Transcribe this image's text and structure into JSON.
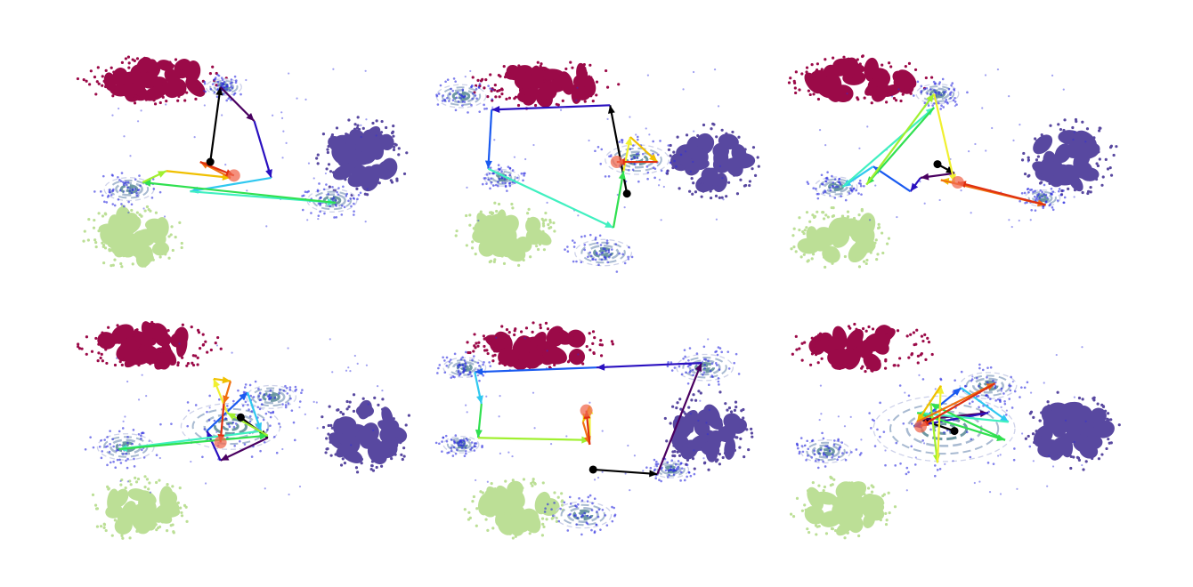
{
  "figure": {
    "background": "#ffffff",
    "grid": false,
    "axes_visible": false,
    "text_labels": "none"
  },
  "colors": {
    "cluster_red": "#9b0a48",
    "cluster_purple": "#5848a0",
    "cluster_green": "#bcdf96",
    "sample_points": "#2a2ae0",
    "contour_outer": "#c9cde8",
    "contour_mid": "#9fb2cc",
    "contour_inner": "#5f8e9a",
    "start_marker": "#000000",
    "end_marker": "#f06a50",
    "path_colormap": [
      "#000000",
      "#4a0060",
      "#2a10c0",
      "#1a5af0",
      "#30c8f0",
      "#40f0c0",
      "#30e050",
      "#a0f030",
      "#f0f030",
      "#f0c000",
      "#f07010",
      "#e03010"
    ]
  },
  "chart_data": [
    {
      "type": "scatter",
      "panel": "top-left",
      "xlim": [
        0,
        10
      ],
      "ylim": [
        0,
        10
      ],
      "series": [
        {
          "kind": "cluster",
          "color": "cluster_red",
          "cx": 2.2,
          "cy": 8.5,
          "rx": 1.9,
          "ry": 0.9
        },
        {
          "kind": "cluster",
          "color": "cluster_purple",
          "cx": 8.4,
          "cy": 5.1,
          "rx": 1.2,
          "ry": 1.5
        },
        {
          "kind": "cluster",
          "color": "cluster_green",
          "cx": 1.6,
          "cy": 1.6,
          "rx": 1.3,
          "ry": 1.2
        }
      ],
      "density_centers": [
        [
          1.5,
          3.7,
          0.7
        ],
        [
          7.5,
          3.2,
          0.7
        ],
        [
          4.3,
          8.2,
          0.5
        ]
      ],
      "trajectory": [
        [
          3.9,
          4.9
        ],
        [
          4.2,
          8.2
        ],
        [
          5.2,
          6.7
        ],
        [
          5.7,
          4.2
        ],
        [
          3.3,
          3.6
        ],
        [
          7.6,
          3.1
        ],
        [
          1.9,
          4.0
        ],
        [
          2.6,
          4.5
        ],
        [
          4.5,
          4.2
        ],
        [
          3.6,
          4.9
        ],
        [
          4.6,
          4.3
        ]
      ]
    },
    {
      "type": "scatter",
      "panel": "top-middle",
      "xlim": [
        0,
        10
      ],
      "ylim": [
        0,
        10
      ],
      "series": [
        {
          "kind": "cluster",
          "color": "cluster_red",
          "cx": 3.5,
          "cy": 8.3,
          "rx": 1.9,
          "ry": 0.9
        },
        {
          "kind": "cluster",
          "color": "cluster_purple",
          "cx": 8.4,
          "cy": 4.9,
          "rx": 1.2,
          "ry": 1.4
        },
        {
          "kind": "cluster",
          "color": "cluster_green",
          "cx": 2.4,
          "cy": 1.7,
          "rx": 1.3,
          "ry": 1.2
        }
      ],
      "density_centers": [
        [
          1.0,
          7.8,
          0.7
        ],
        [
          6.2,
          5.0,
          0.9
        ],
        [
          5.2,
          0.9,
          0.8
        ],
        [
          2.2,
          4.2,
          0.5
        ]
      ],
      "trajectory": [
        [
          5.9,
          3.5
        ],
        [
          5.4,
          7.4
        ],
        [
          1.9,
          7.2
        ],
        [
          1.8,
          4.6
        ],
        [
          5.5,
          2.0
        ],
        [
          5.8,
          4.5
        ],
        [
          6.0,
          6.0
        ],
        [
          6.8,
          4.9
        ],
        [
          5.6,
          4.9
        ]
      ]
    },
    {
      "type": "scatter",
      "panel": "top-right",
      "xlim": [
        0,
        10
      ],
      "ylim": [
        0,
        10
      ],
      "series": [
        {
          "kind": "cluster",
          "color": "cluster_red",
          "cx": 2.2,
          "cy": 8.5,
          "rx": 1.9,
          "ry": 0.9
        },
        {
          "kind": "cluster",
          "color": "cluster_purple",
          "cx": 8.4,
          "cy": 5.1,
          "rx": 1.2,
          "ry": 1.5
        },
        {
          "kind": "cluster",
          "color": "cluster_green",
          "cx": 1.6,
          "cy": 1.6,
          "rx": 1.3,
          "ry": 1.2
        }
      ],
      "density_centers": [
        [
          4.5,
          7.9,
          0.6
        ],
        [
          1.5,
          3.8,
          0.6
        ],
        [
          7.6,
          3.3,
          0.5
        ]
      ],
      "trajectory": [
        [
          4.5,
          4.8
        ],
        [
          5.0,
          4.4
        ],
        [
          4.0,
          4.2
        ],
        [
          3.7,
          3.6
        ],
        [
          2.6,
          4.7
        ],
        [
          1.7,
          3.8
        ],
        [
          4.4,
          7.3
        ],
        [
          2.4,
          3.9
        ],
        [
          4.4,
          7.9
        ],
        [
          5.0,
          4.0
        ],
        [
          4.6,
          4.1
        ],
        [
          7.7,
          3.0
        ],
        [
          5.1,
          4.0
        ]
      ]
    },
    {
      "type": "scatter",
      "panel": "bottom-left",
      "xlim": [
        0,
        10
      ],
      "ylim": [
        0,
        10
      ],
      "series": [
        {
          "kind": "cluster",
          "color": "cluster_red",
          "cx": 2.2,
          "cy": 8.6,
          "rx": 1.9,
          "ry": 0.9
        },
        {
          "kind": "cluster",
          "color": "cluster_purple",
          "cx": 8.5,
          "cy": 4.7,
          "rx": 1.2,
          "ry": 1.5
        },
        {
          "kind": "cluster",
          "color": "cluster_green",
          "cx": 1.8,
          "cy": 1.4,
          "rx": 1.3,
          "ry": 1.2
        }
      ],
      "density_centers": [
        [
          1.4,
          4.1,
          0.8
        ],
        [
          4.5,
          5.0,
          1.4
        ],
        [
          5.7,
          6.3,
          0.7
        ]
      ],
      "trajectory": [
        [
          4.8,
          5.4
        ],
        [
          5.6,
          4.5
        ],
        [
          4.2,
          3.5
        ],
        [
          3.8,
          4.8
        ],
        [
          5.0,
          6.5
        ],
        [
          5.4,
          4.8
        ],
        [
          1.2,
          4.0
        ],
        [
          5.6,
          4.6
        ],
        [
          4.4,
          5.6
        ],
        [
          4.0,
          7.1
        ],
        [
          4.5,
          7.0
        ],
        [
          4.3,
          6.0
        ],
        [
          4.2,
          4.3
        ]
      ]
    },
    {
      "type": "scatter",
      "panel": "bottom-middle",
      "xlim": [
        0,
        10
      ],
      "ylim": [
        0,
        10
      ],
      "series": [
        {
          "kind": "cluster",
          "color": "cluster_red",
          "cx": 3.3,
          "cy": 8.5,
          "rx": 1.9,
          "ry": 0.9
        },
        {
          "kind": "cluster",
          "color": "cluster_purple",
          "cx": 8.3,
          "cy": 4.8,
          "rx": 1.2,
          "ry": 1.5
        },
        {
          "kind": "cluster",
          "color": "cluster_green",
          "cx": 2.6,
          "cy": 1.4,
          "rx": 1.3,
          "ry": 1.2
        }
      ],
      "density_centers": [
        [
          1.1,
          7.6,
          0.6
        ],
        [
          1.0,
          4.2,
          0.5
        ],
        [
          8.2,
          7.6,
          0.8
        ],
        [
          4.6,
          1.1,
          0.8
        ],
        [
          7.2,
          3.1,
          0.5
        ]
      ],
      "trajectory": [
        [
          4.9,
          3.1
        ],
        [
          6.8,
          2.9
        ],
        [
          8.1,
          7.8
        ],
        [
          5.0,
          7.6
        ],
        [
          1.4,
          7.4
        ],
        [
          1.6,
          6.0
        ],
        [
          1.5,
          4.5
        ],
        [
          4.8,
          4.4
        ],
        [
          4.8,
          5.9
        ],
        [
          4.6,
          5.2
        ],
        [
          4.8,
          4.2
        ],
        [
          4.7,
          5.7
        ]
      ]
    },
    {
      "type": "scatter",
      "panel": "bottom-right",
      "xlim": [
        0,
        10
      ],
      "ylim": [
        0,
        10
      ],
      "series": [
        {
          "kind": "cluster",
          "color": "cluster_red",
          "cx": 2.3,
          "cy": 8.5,
          "rx": 1.9,
          "ry": 0.9
        },
        {
          "kind": "cluster",
          "color": "cluster_purple",
          "cx": 8.5,
          "cy": 4.8,
          "rx": 1.2,
          "ry": 1.5
        },
        {
          "kind": "cluster",
          "color": "cluster_green",
          "cx": 1.7,
          "cy": 1.4,
          "rx": 1.3,
          "ry": 1.2
        }
      ],
      "density_centers": [
        [
          4.7,
          4.9,
          2.0
        ],
        [
          1.2,
          3.9,
          0.7
        ],
        [
          6.0,
          6.8,
          0.8
        ]
      ],
      "trajectory": [
        [
          5.0,
          4.8
        ],
        [
          4.0,
          5.3
        ],
        [
          6.0,
          5.6
        ],
        [
          3.8,
          5.0
        ],
        [
          5.2,
          6.7
        ],
        [
          6.6,
          5.2
        ],
        [
          3.9,
          5.6
        ],
        [
          6.5,
          4.4
        ],
        [
          4.3,
          6.0
        ],
        [
          4.5,
          3.4
        ],
        [
          4.6,
          6.8
        ],
        [
          3.9,
          5.2
        ],
        [
          6.2,
          6.9
        ],
        [
          4.0,
          5.0
        ]
      ]
    }
  ]
}
